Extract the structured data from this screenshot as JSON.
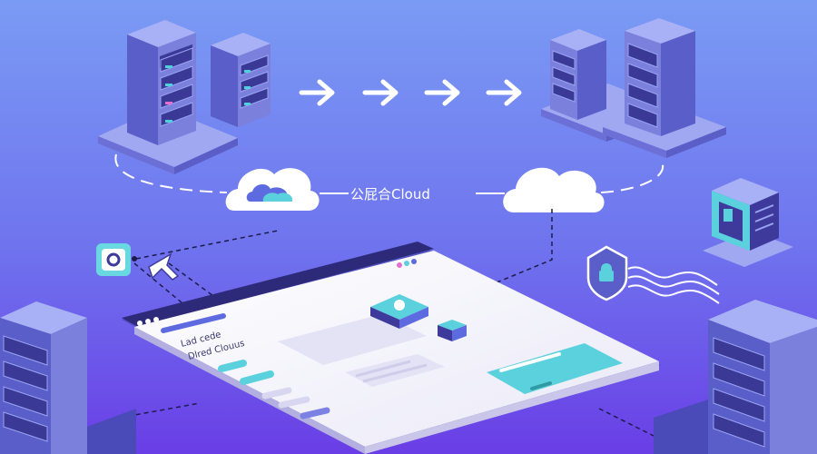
{
  "scene": {
    "cloud_label": "公屁合Cloud",
    "panel_text_line1": "Lad cede",
    "panel_text_line2": "Dlred Clouus"
  },
  "colors": {
    "bg_top": "#6f8ef2",
    "bg_bottom": "#6a3ee6",
    "server_light": "#8a95e8",
    "server_mid": "#5f64cf",
    "server_dark": "#3e3a9c",
    "accent_teal": "#4fd1d9",
    "cloud_white": "#ffffff",
    "panel_white": "#f4f3fb"
  },
  "icons": [
    "server-icon",
    "cloud-icon",
    "arrow-right-icon",
    "shield-icon",
    "cursor-icon",
    "lock-icon"
  ]
}
